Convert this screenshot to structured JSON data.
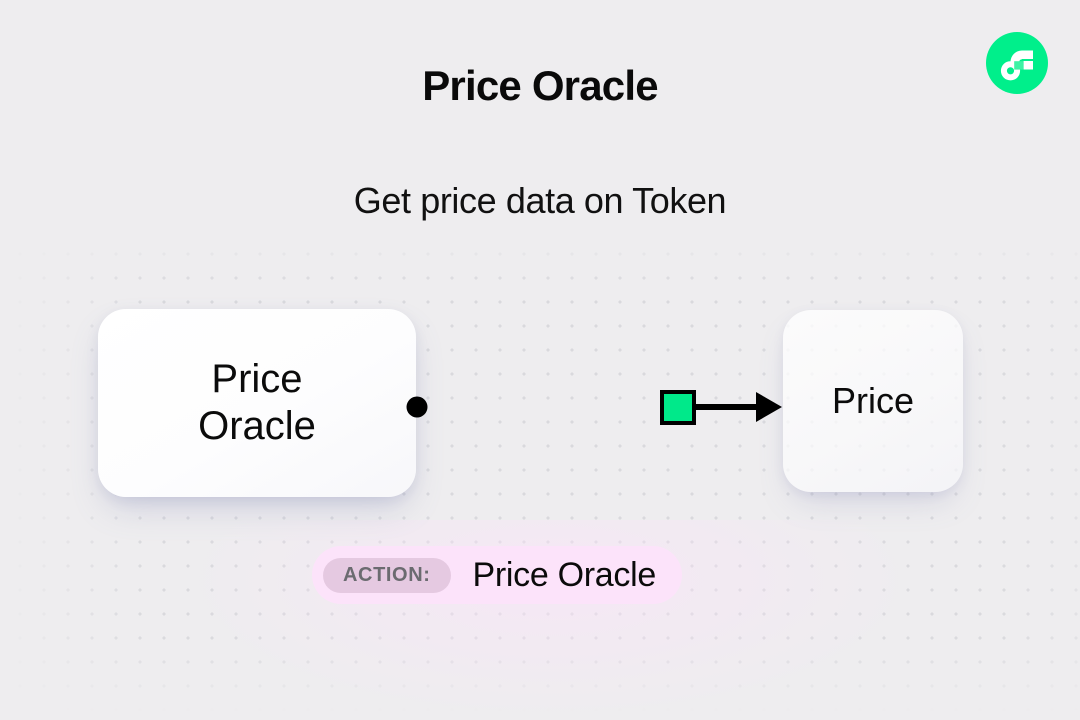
{
  "page": {
    "title": "Price Oracle",
    "subtitle": "Get price data on Token",
    "background_color": "#eeedef"
  },
  "brand": {
    "logo_name": "flow-logo",
    "logo_color": "#00ef8b",
    "glyph_color": "#ffffff"
  },
  "diagram": {
    "nodes": [
      {
        "id": "source",
        "label": "Price\nOracle",
        "role": "source-node"
      },
      {
        "id": "target",
        "label": "Price",
        "role": "target-node"
      }
    ],
    "connector": {
      "start_marker": "dot",
      "end_marker": "arrow",
      "midpoint_marker": "square",
      "marker_color": "#00e98a",
      "line_color": "#000000"
    }
  },
  "action": {
    "tag_label": "ACTION:",
    "value": "Price Oracle",
    "pill_color": "#fce3fa",
    "tag_color": "#e5c9e1",
    "tag_text_color": "#6b6b70"
  }
}
